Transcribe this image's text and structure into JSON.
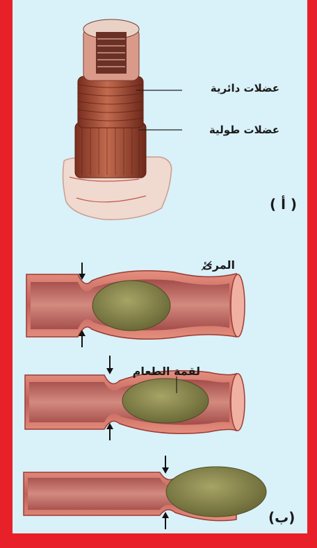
{
  "panel_a": {
    "label_circular_muscles": "عضلات دائرية",
    "label_longitudinal_muscles": "عضلات طولية",
    "panel_letter": "( أ )"
  },
  "panel_b": {
    "label_esophagus": "المرئ",
    "label_food_bolus": "لقمة الطعام",
    "panel_letter": "(ب)"
  },
  "colors": {
    "frame": "#e8202a",
    "panel_bg": "#d9f1f8",
    "muscle": "#b8523a",
    "tube_outer": "#e69a8a",
    "tube_inner": "#c0605a",
    "bolus": "#8c8a4e"
  }
}
